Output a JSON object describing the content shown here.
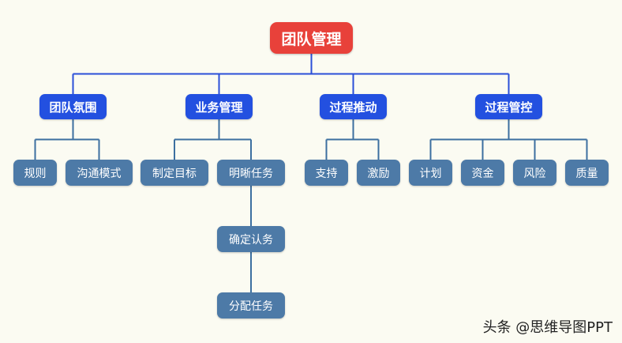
{
  "diagram": {
    "root": {
      "label": "团队管理"
    },
    "branches": [
      {
        "label": "团队氛围",
        "children": [
          "规则",
          "沟通模式"
        ]
      },
      {
        "label": "业务管理",
        "children": [
          "制定目标",
          "明晰任务"
        ]
      },
      {
        "label": "过程推动",
        "children": [
          "支持",
          "激励"
        ]
      },
      {
        "label": "过程管控",
        "children": [
          "计划",
          "资金",
          "风险",
          "质量"
        ]
      }
    ],
    "sub_chain": {
      "parent": "明晰任务",
      "items": [
        "确定认务",
        "分配任务"
      ]
    }
  },
  "watermark": "头条 @思维导图PPT",
  "colors": {
    "root": "#e8413a",
    "level1": "#2350e0",
    "level2": "#4d7aa7",
    "connector": "#2b4fd8",
    "sub_connector": "#3c6fa0",
    "background": "#fbfbf2"
  }
}
